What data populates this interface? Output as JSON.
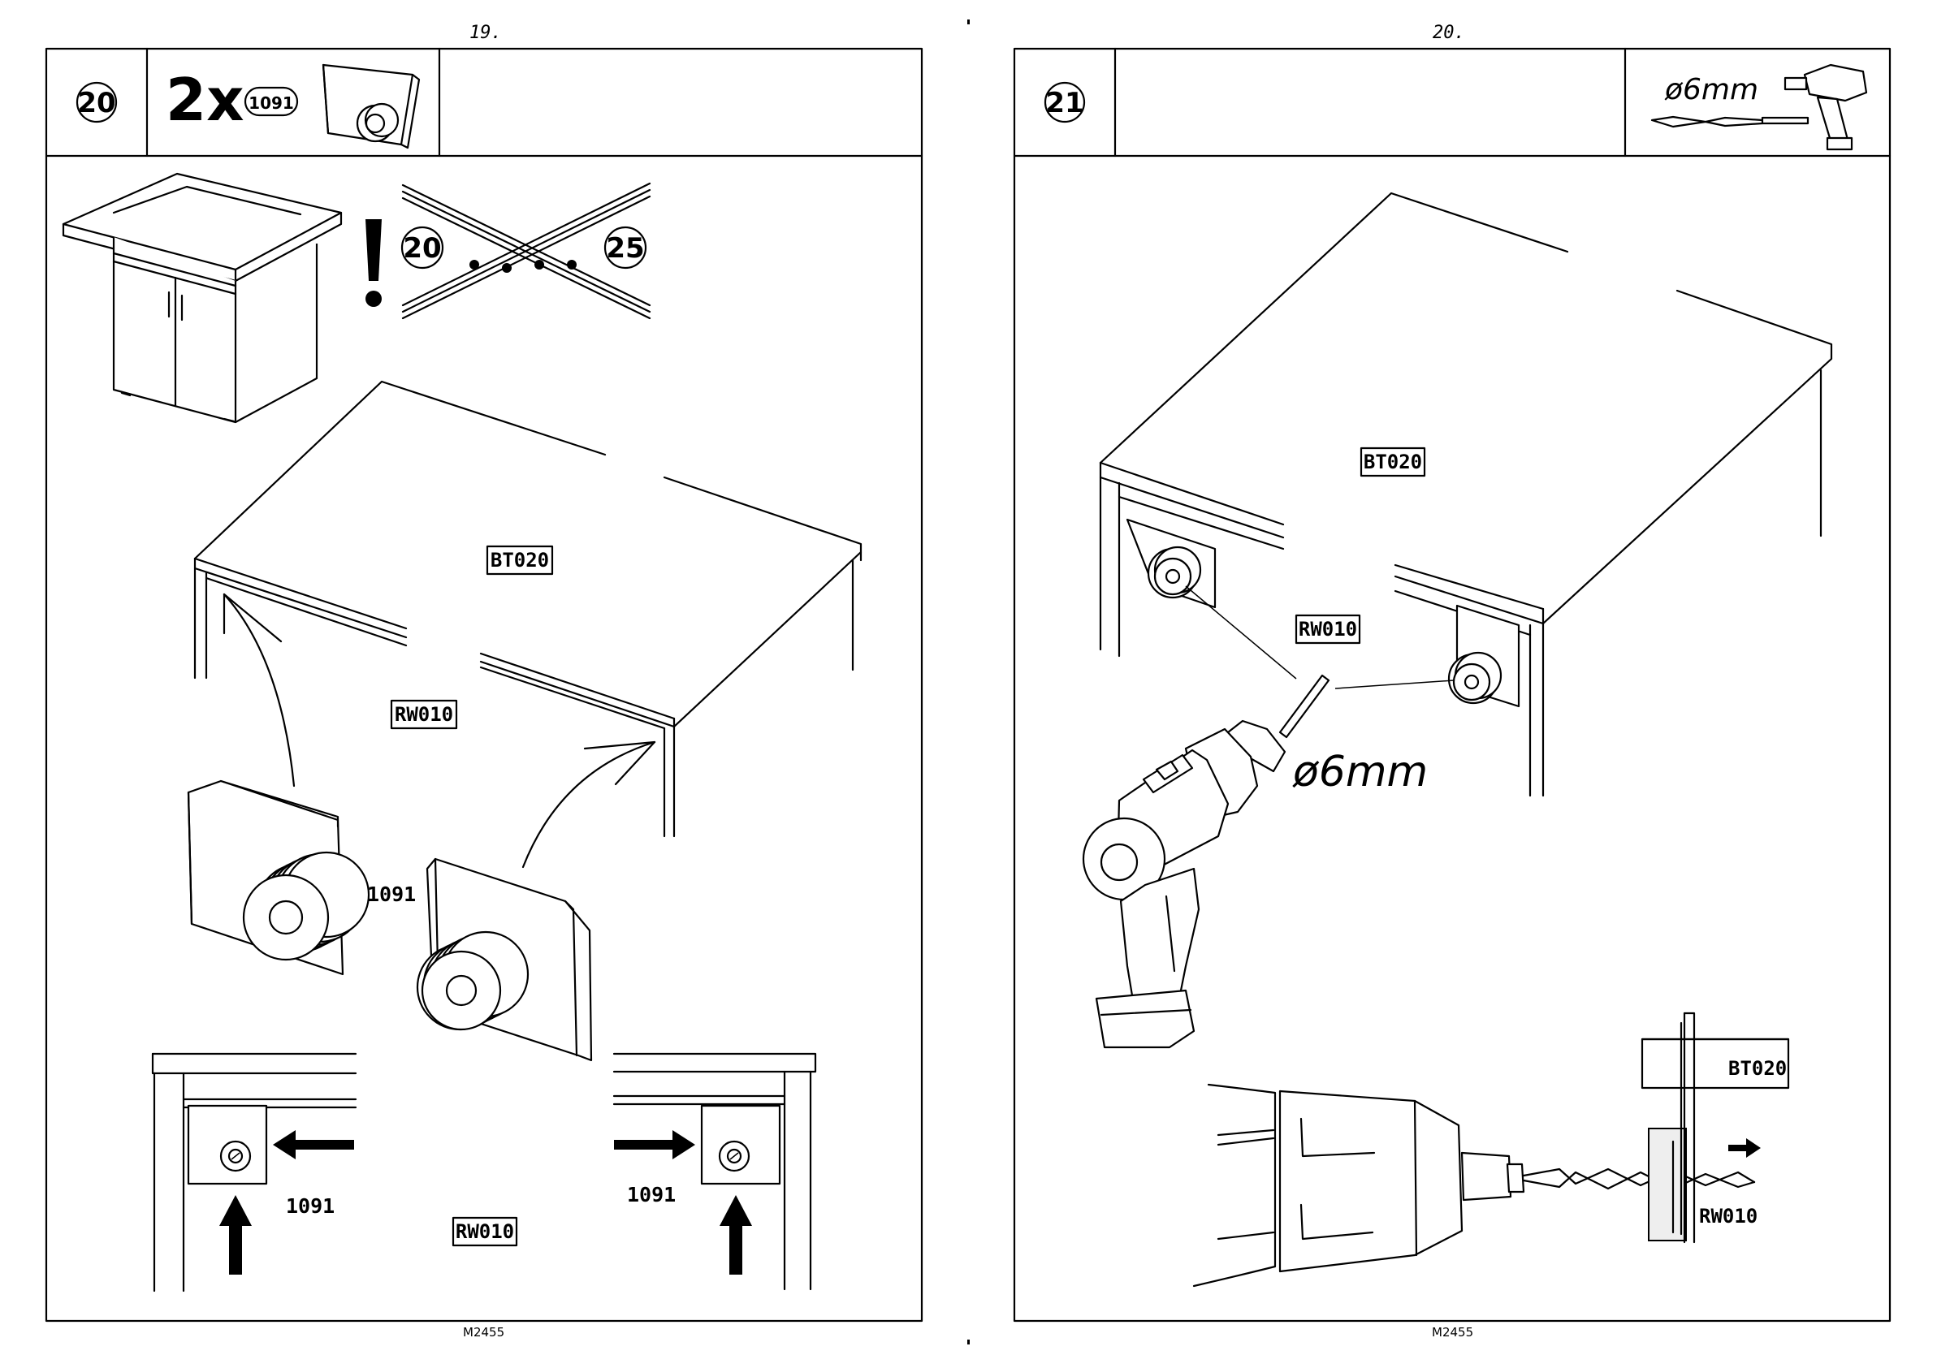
{
  "left_page": {
    "page_number": "19.",
    "step_number": "20",
    "quantity": "2x",
    "part_number": "1091",
    "warning_symbol": "!",
    "warning_from_step": "20",
    "warning_to_step": "25",
    "labels": {
      "top": "BT020",
      "rail": "RW010",
      "part": "1091",
      "detail_left_part": "1091",
      "detail_right_part": "1091",
      "detail_rail": "RW010"
    },
    "footer": "M2455"
  },
  "right_page": {
    "page_number": "20.",
    "step_number": "21",
    "drill_size_header": "ø6mm",
    "drill_size_main": "ø6mm",
    "labels": {
      "top": "BT020",
      "rail": "RW010",
      "detail_top": "BT020",
      "detail_rail": "RW010"
    },
    "footer": "M2455"
  },
  "icons": [
    "warning-icon",
    "crossed-out-icon",
    "cordless-drill-icon",
    "drill-bit-icon",
    "arrow-icon"
  ]
}
